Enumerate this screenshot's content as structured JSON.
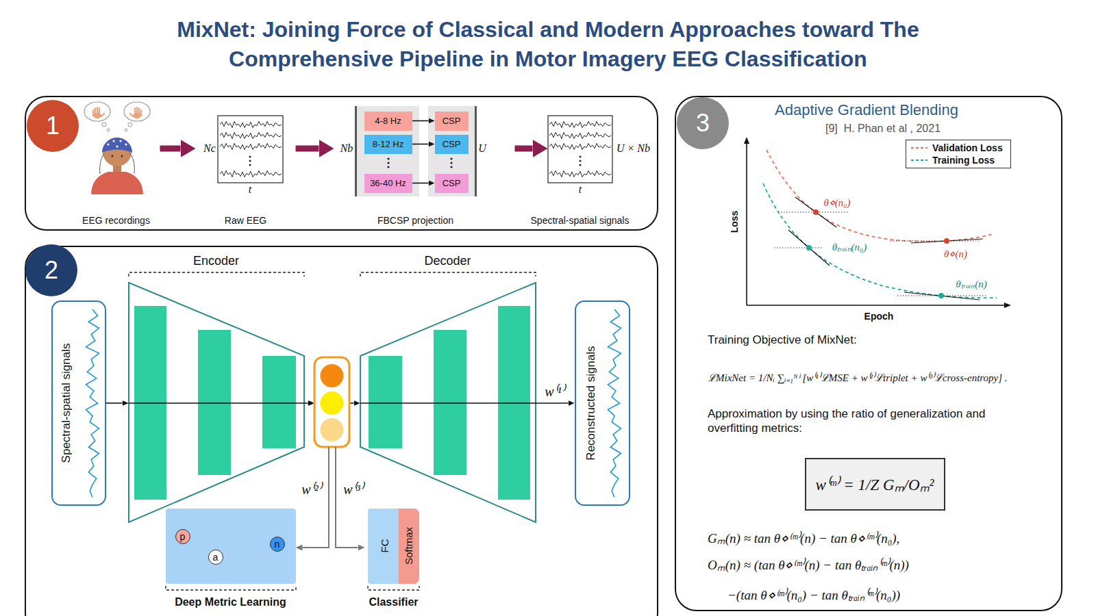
{
  "diagram": {
    "title": "MixNet: Joining Force of Classical and Modern Approaches toward The Comprehensive Pipeline in Motor Imagery EEG Classification",
    "nodes": [
      {
        "text": [
          "1"
        ]
      },
      {
        "text": [
          "EEG recordings"
        ],
        "in": 0
      },
      {
        "text": [
          "Raw EEG"
        ],
        "in": 0
      },
      {
        "text": [
          "FBCSP projection"
        ],
        "in": 0
      },
      {
        "text": [
          "4-8 Hz"
        ],
        "in": 3
      },
      {
        "text": [
          "CSP"
        ],
        "in": 3
      },
      {
        "text": [
          "8-12 Hz"
        ],
        "in": 3
      },
      {
        "text": [
          "CSP"
        ],
        "in": 3
      },
      {
        "text": [
          "36-40 Hz"
        ],
        "in": 3
      },
      {
        "text": [
          "CSP"
        ],
        "in": 3
      },
      {
        "text": [
          "Spectral-spatial signals"
        ],
        "in": 0
      },
      {
        "text": [
          "2"
        ]
      },
      {
        "text": [
          "Spectral-spatial signals"
        ],
        "in": 11
      },
      {
        "text": [
          "Encoder"
        ],
        "in": 11
      },
      {
        "text": [
          "Decoder"
        ],
        "in": 11
      },
      {
        "text": [
          "Reconstructed signals"
        ],
        "in": 11
      },
      {
        "text": [
          "Deep Metric Learning"
        ],
        "in": 11
      },
      {
        "text": [
          "p"
        ],
        "in": 16
      },
      {
        "text": [
          "a"
        ],
        "in": 16
      },
      {
        "text": [
          "n"
        ],
        "in": 16
      },
      {
        "text": [
          "Classifier"
        ],
        "in": 11
      },
      {
        "text": [
          "FC"
        ],
        "in": 20
      },
      {
        "text": [
          "Softmax"
        ],
        "in": 20
      },
      {
        "text": [
          "3"
        ]
      },
      {
        "text": [
          "w⁽ᵐ⁾ = 1/Z Gₘ/Oₘ²"
        ],
        "in": 23
      }
    ],
    "edges": [
      {
        "from": 1,
        "to": 2,
        "arrow": "to"
      },
      {
        "from": 2,
        "to": 3,
        "arrow": "to"
      },
      {
        "from": 3,
        "to": 10,
        "arrow": "to"
      },
      {
        "from": 4,
        "to": 5,
        "arrow": "to"
      },
      {
        "from": 6,
        "to": 7,
        "arrow": "to"
      },
      {
        "from": 8,
        "to": 9,
        "arrow": "to"
      },
      {
        "from": 12,
        "to": 13,
        "arrow": "to"
      },
      {
        "from": 13,
        "to": 14,
        "arrow": "to"
      },
      {
        "from": 14,
        "to": 15,
        "label": "w⁽¹⁾",
        "arrow": "to"
      },
      {
        "from": 13,
        "to": 16,
        "label": "w⁽²⁾",
        "arrow": "to"
      },
      {
        "from": 13,
        "to": 20,
        "label": "w⁽³⁾",
        "arrow": "to"
      },
      {
        "from": 18,
        "to": 17,
        "arrow": "both"
      },
      {
        "from": 18,
        "to": 19,
        "arrow": "both"
      }
    ],
    "labels": [
      "Nc",
      "t",
      "Nb",
      "U",
      "U × Nb",
      "t",
      "Adaptive Gradient Blending",
      "[9]  H. Phan et al , 2021",
      "Loss",
      "Epoch",
      "θ⋄(n₀)",
      "θₜᵣₐᵢₙ(n₀)",
      "θ⋄(n)",
      "θₜᵣₐᵢₙ(n)",
      "Training Objective of MixNet:",
      "ℒMixNet = 1/Nᵢ ∑ᵢ₌₁ᴺⁱ [w⁽¹⁾ℒMSE + w⁽²⁾ℒtriplet + w⁽³⁾ℒcross-entropy] .",
      "Approximation by using the ratio of generalization and overfitting metrics:",
      "Gₘ(n) ≈ tan θ⋄⁽ᵐ⁾(n) − tan θ⋄⁽ᵐ⁾(n₀),",
      "Oₘ(n) ≈ (tan θ⋄⁽ᵐ⁾(n) − tan θₜᵣₐᵢₙ⁽ᵐ⁾(n))",
      "−(tan θ⋄⁽ᵐ⁾(n₀) − tan θₜᵣₐᵢₙ⁽ᵐ⁾(n₀))"
    ],
    "legend": [
      {
        "text": "Validation Loss"
      },
      {
        "text": "Training Loss"
      }
    ]
  }
}
